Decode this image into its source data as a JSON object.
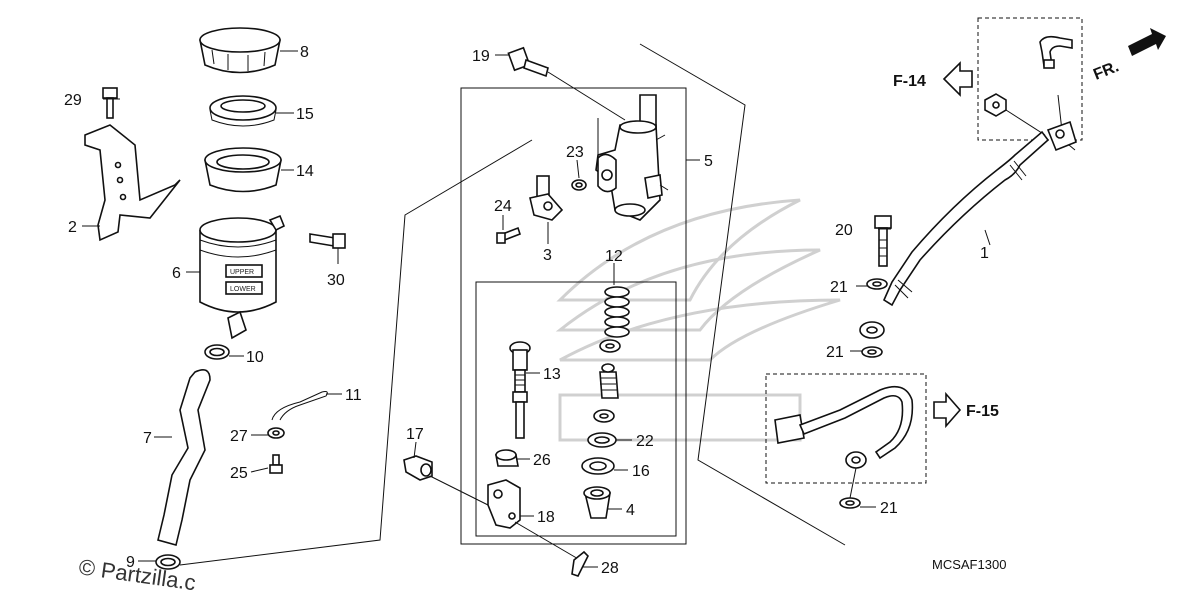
{
  "diagram": {
    "drawing_code": "MCSAF1300",
    "watermark": "© Partzilla.c",
    "direction_label": "FR.",
    "references": [
      "F-14",
      "F-15"
    ],
    "reservoir_labels": {
      "upper": "UPPER",
      "lower": "LOWER"
    },
    "callouts": {
      "p1": "1",
      "p2": "2",
      "p3": "3",
      "p4": "4",
      "p5": "5",
      "p6": "6",
      "p7": "7",
      "p8": "8",
      "p9": "9",
      "p10": "10",
      "p11": "11",
      "p12": "12",
      "p13": "13",
      "p14": "14",
      "p15": "15",
      "p16": "16",
      "p17": "17",
      "p18": "18",
      "p19": "19",
      "p20": "20",
      "p21a": "21",
      "p21b": "21",
      "p21c": "21",
      "p22": "22",
      "p23": "23",
      "p24": "24",
      "p25": "25",
      "p26": "26",
      "p27": "27",
      "p28": "28",
      "p29": "29",
      "p30": "30"
    }
  }
}
